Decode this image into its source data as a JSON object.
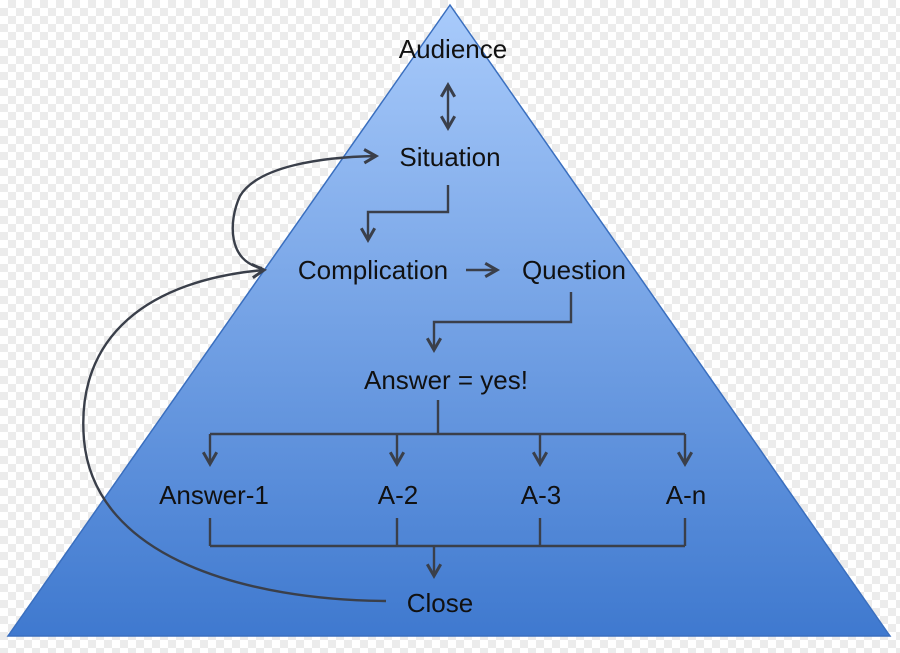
{
  "diagram": {
    "title": "Audience",
    "nodes": {
      "audience": "Audience",
      "situation": "Situation",
      "complication": "Complication",
      "question": "Question",
      "answer": "Answer = yes!",
      "answer_1": "Answer-1",
      "a_2": "A-2",
      "a_3": "A-3",
      "a_n": "A-n",
      "close": "Close"
    },
    "colors": {
      "pyramid_top": "#a9cbfb",
      "pyramid_bottom": "#3f79cf",
      "pyramid_edge": "#3a6fbf",
      "connector": "#3a3f4a"
    }
  }
}
